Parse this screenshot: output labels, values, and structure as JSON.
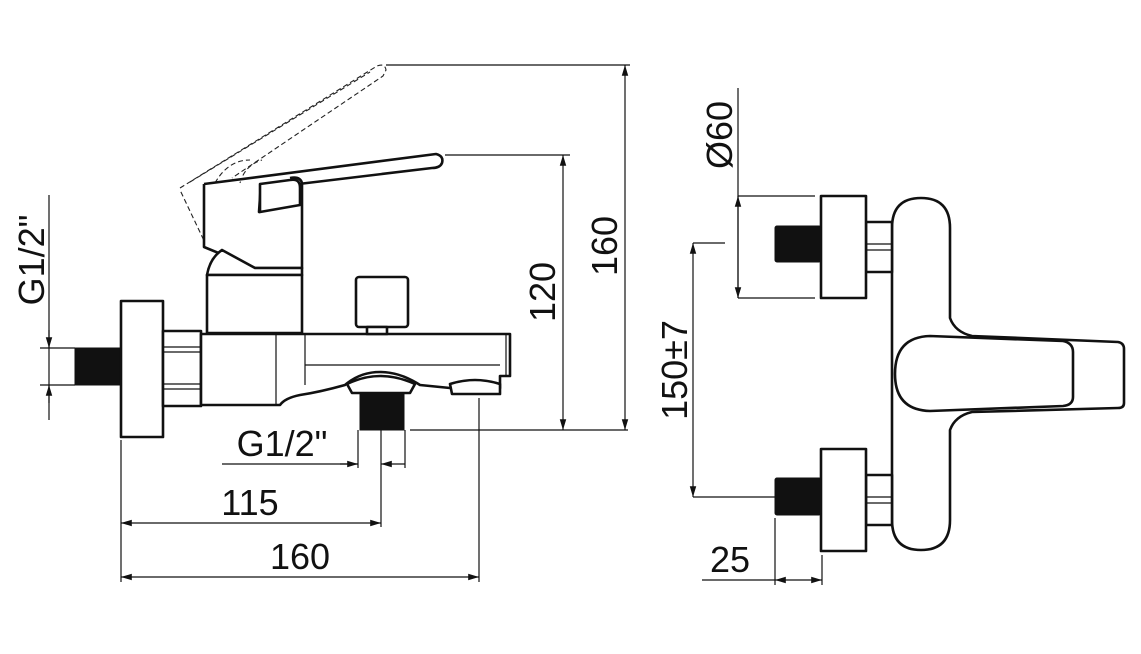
{
  "drawing": {
    "side_view": {
      "inlet_thread_label": "G1/2\"",
      "outlet_thread_label": "G1/2\"",
      "lever_height_label": "120",
      "lever_raised_height_label": "160",
      "outlet_projection_label": "115",
      "total_projection_label": "160"
    },
    "front_view": {
      "flange_diameter_label": "Ø60",
      "inlet_spacing_label": "150±7",
      "stub_length_label": "25"
    }
  }
}
